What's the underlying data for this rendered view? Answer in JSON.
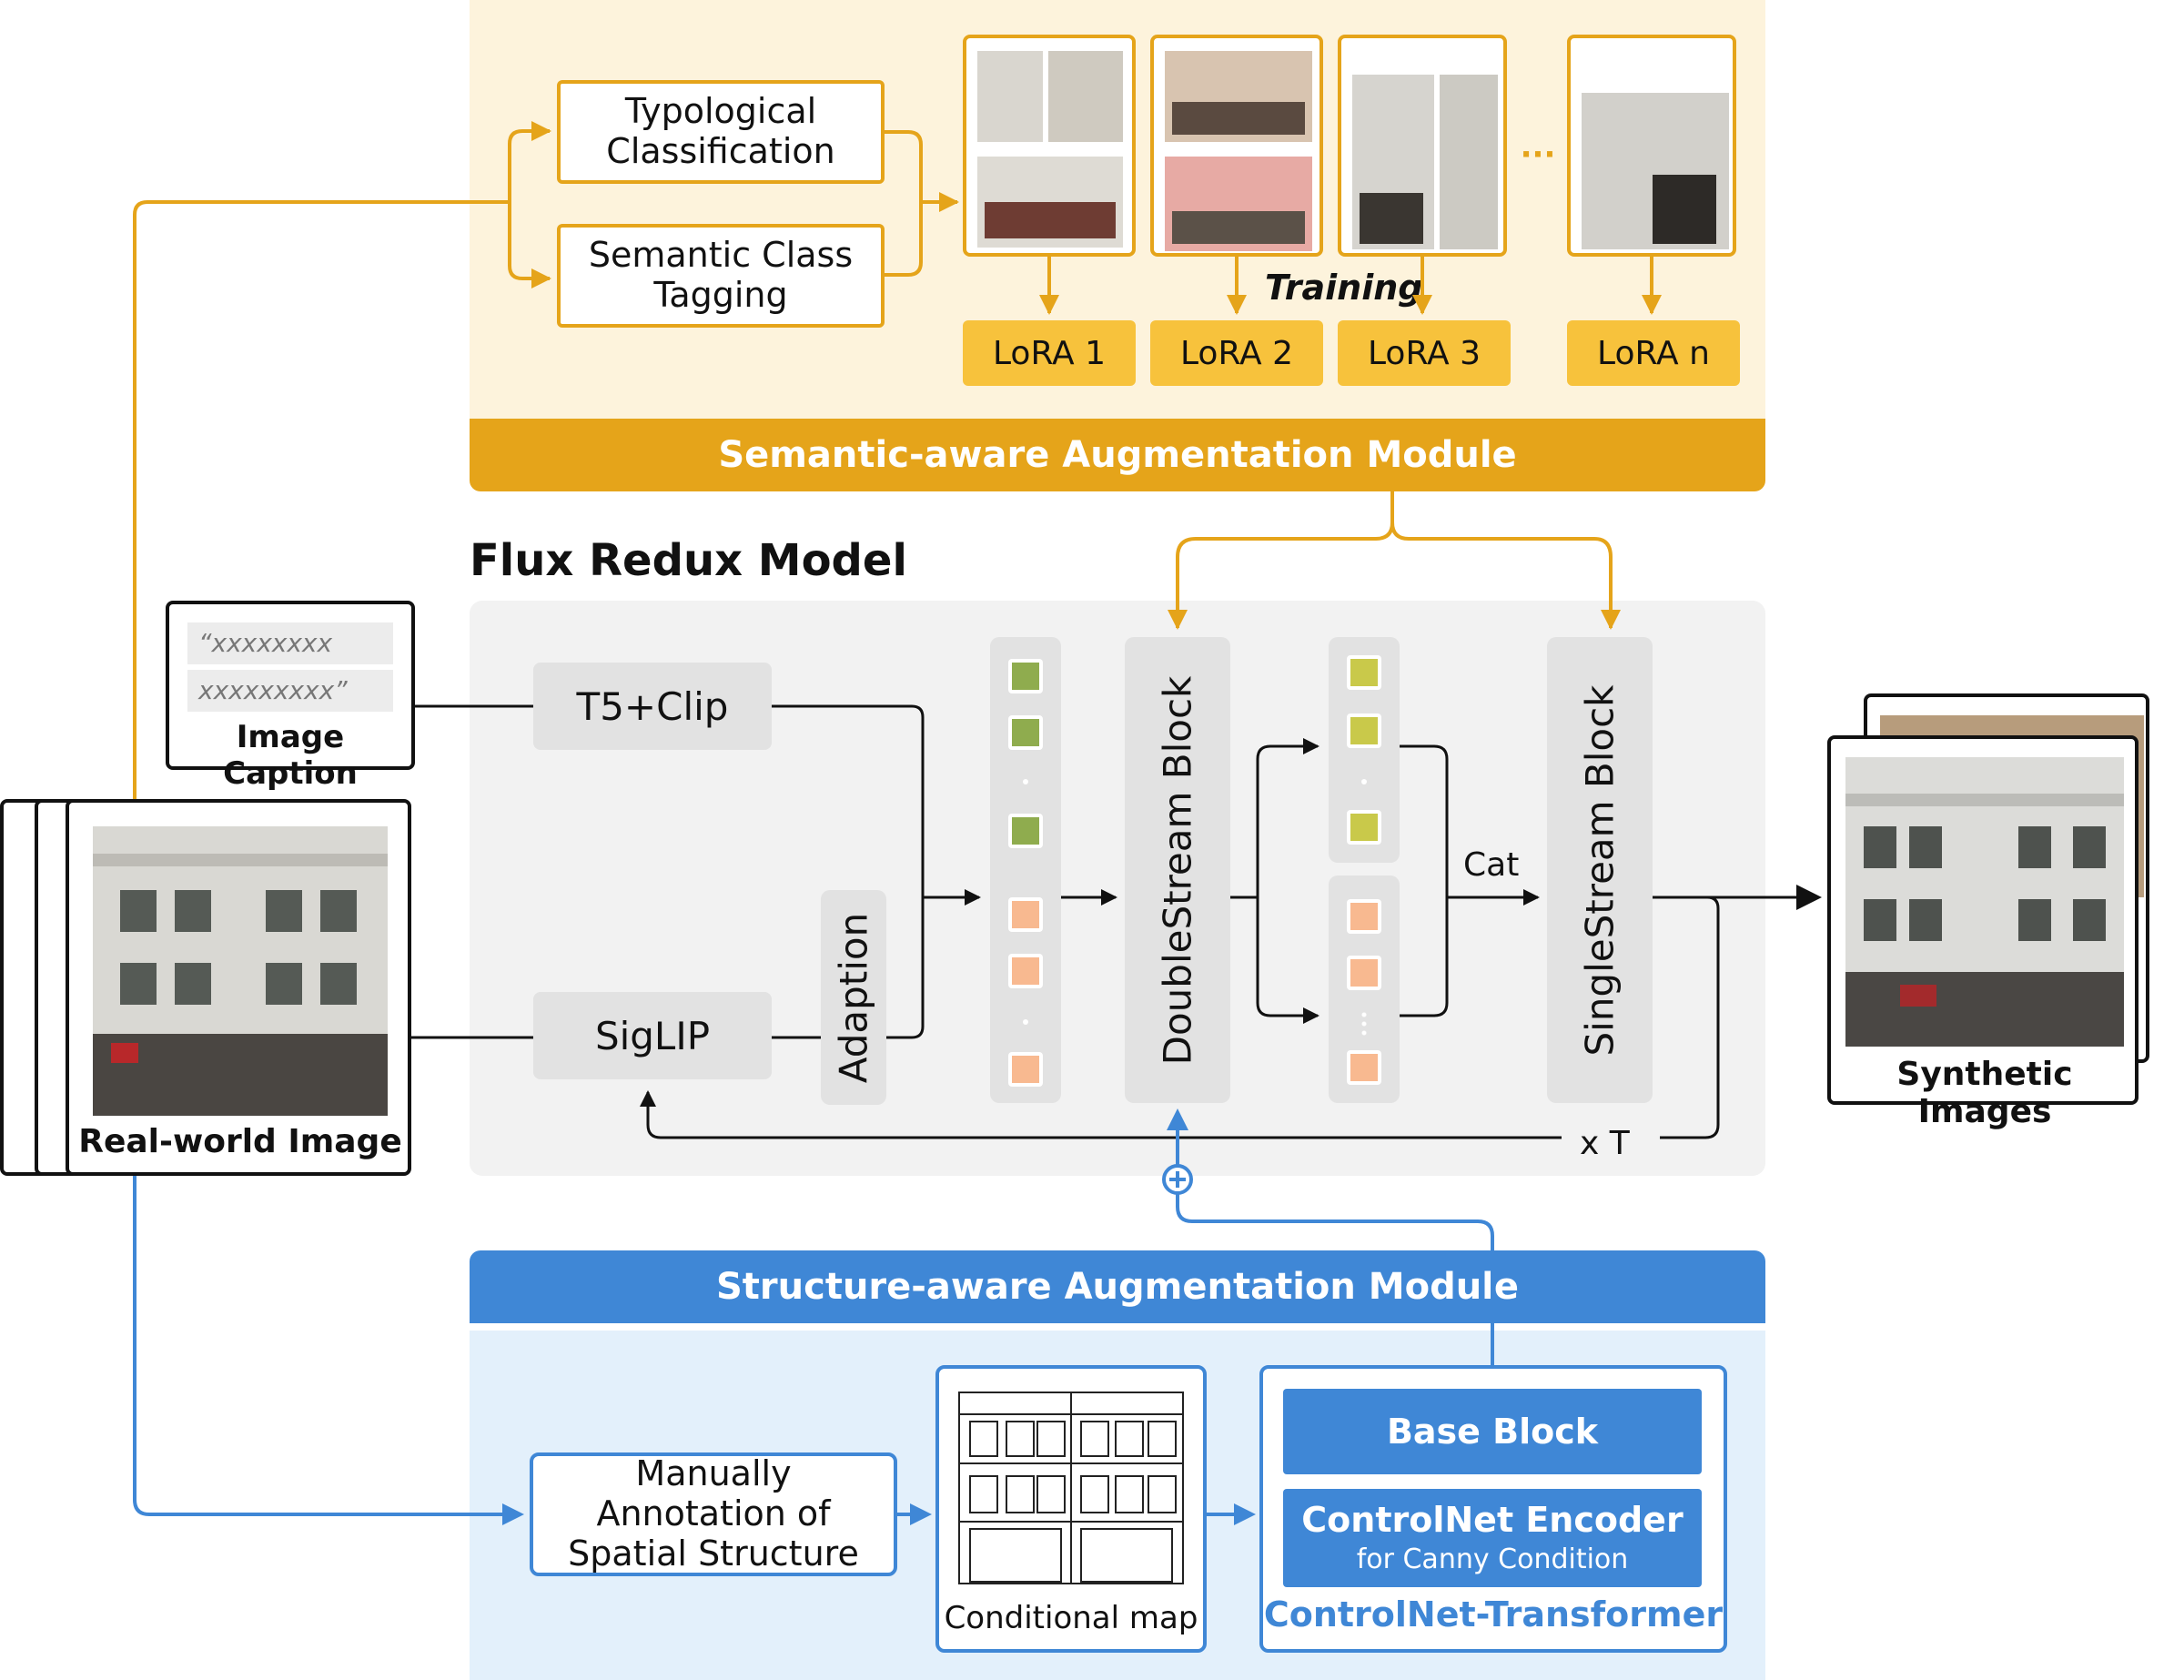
{
  "semantic_module": {
    "title": "Semantic-aware Augmentation Module",
    "typological": "Typological Classification",
    "semantic_tagging": "Semantic Class Tagging",
    "training": "Training",
    "ellipsis": "···",
    "loras": [
      "LoRA  1",
      "LoRA  2",
      "LoRA  3",
      "LoRA  n"
    ]
  },
  "flux": {
    "title": "Flux Redux Model",
    "t5": "T5+Clip",
    "siglip": "SigLIP",
    "adaption": "Adaption",
    "double": "DoubleStream Block",
    "single": "SingleStream Block",
    "cat": "Cat",
    "xt": "x T"
  },
  "inputs": {
    "caption_line1": "“xxxxxxxx",
    "caption_line2": "xxxxxxxxx”",
    "caption_label": "Image Caption",
    "real_label": "Real-world Image"
  },
  "output": {
    "label": "Synthetic Images"
  },
  "structure_module": {
    "title": "Structure-aware Augmentation Module",
    "annotation": "Manually Annotation of Spatial Structure",
    "conditional": "Conditional map",
    "base_block": "Base Block",
    "controlnet_encoder": "ControlNet Encoder",
    "for_canny": "for Canny Condition",
    "controlnet_transformer": "ControlNet-Transformer",
    "plus": "+"
  },
  "colors": {
    "gold": "#e5a41a",
    "lora": "#f7c23c",
    "blue": "#3f87d6",
    "green": "#8fac4e",
    "yellow": "#c9c94a",
    "peach": "#f8b990"
  }
}
